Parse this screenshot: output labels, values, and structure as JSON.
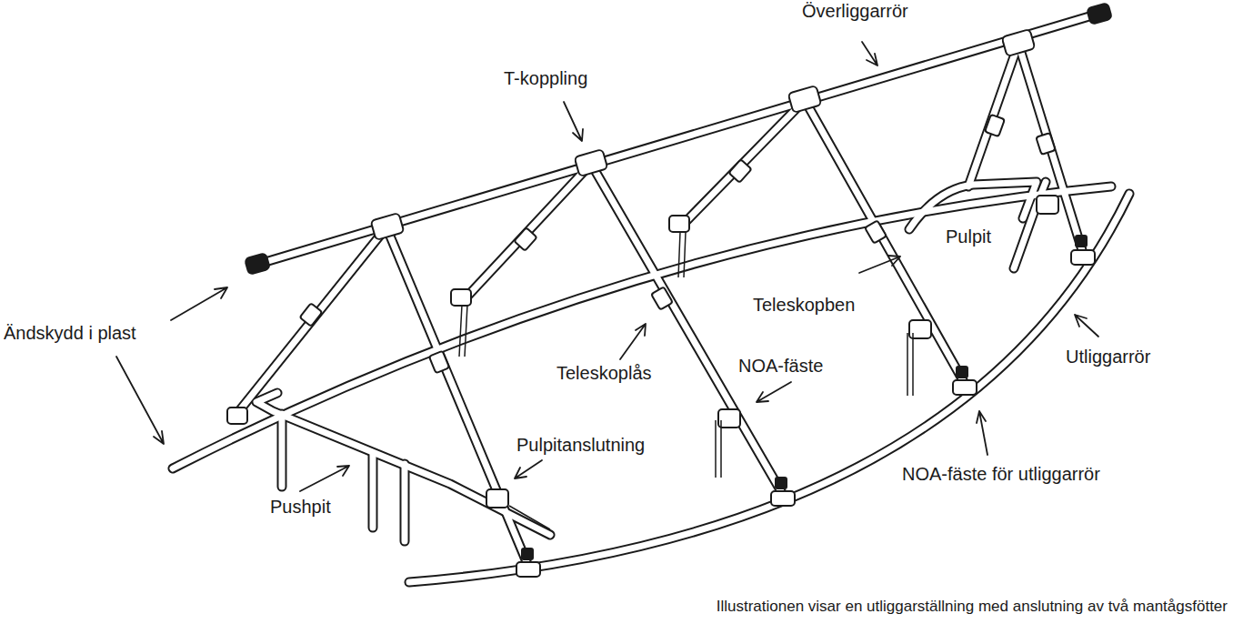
{
  "diagram": {
    "caption": "Illustrationen visar en utliggarställning med anslutning av två mantågsfötter",
    "labels": [
      "Överliggarrör",
      "T-koppling",
      "Ändskydd i plast",
      "Pulpit",
      "Teleskopben",
      "Utliggarrör",
      "Teleskoplås",
      "NOA-fäste",
      "Pulpitanslutning",
      "NOA-fäste för utliggarrör",
      "Pushpit"
    ]
  }
}
